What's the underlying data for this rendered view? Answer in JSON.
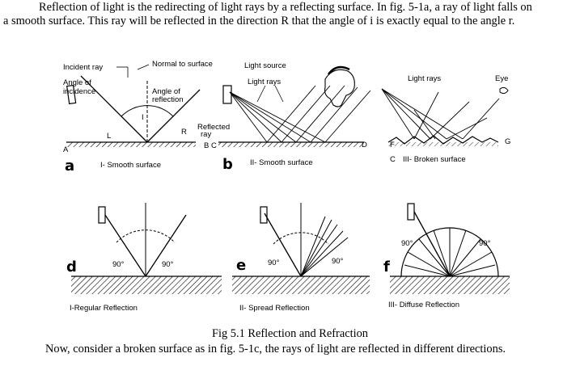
{
  "intro": {
    "line1": "Reflection of light is the redirecting of light rays by a reflecting surface. In fig. 5-1a, a ray of light falls on",
    "line2": "a smooth surface. This ray will be reflected in the direction R that the angle of i is exactly equal to the angle r."
  },
  "figure": {
    "panel_a": {
      "incident_ray": "Incident ray",
      "normal": "Normal to surface",
      "angle_incidence_1": "Angle of",
      "angle_incidence_2": "incidence",
      "angle_reflection_1": "Angle of",
      "angle_reflection_2": "reflection",
      "reflected_ray_1": "Reflected",
      "reflected_ray_2": "ray",
      "i_label": "I",
      "r_label": "R",
      "l_label": "L",
      "a_point": "A",
      "bc_point": "B C",
      "letter": "a",
      "caption": "I- Smooth surface"
    },
    "panel_b": {
      "light_source": "Light source",
      "light_rays": "Light rays",
      "d_point": "D",
      "letter": "b",
      "caption": "II- Smooth surface"
    },
    "panel_c": {
      "light_rays": "Light rays",
      "eye": "Eye",
      "f_point": "F",
      "g_point": "G",
      "letter": "C",
      "caption": "III- Broken surface"
    },
    "panel_d": {
      "angle_left": "90°",
      "angle_right": "90°",
      "letter": "d",
      "caption": "I-Regular Reflection"
    },
    "panel_e": {
      "angle_left": "90°",
      "angle_right": "90°",
      "letter": "e",
      "caption": "II- Spread Reflection"
    },
    "panel_f": {
      "angle_left": "90°",
      "angle_right": "90°",
      "letter": "f",
      "caption": "III- Diffuse Reflection"
    }
  },
  "caption": "Fig 5.1 Reflection and Refraction",
  "outro": {
    "line1": "Now, consider a broken surface as in fig. 5-1c, the rays of light are reflected in different directions."
  }
}
